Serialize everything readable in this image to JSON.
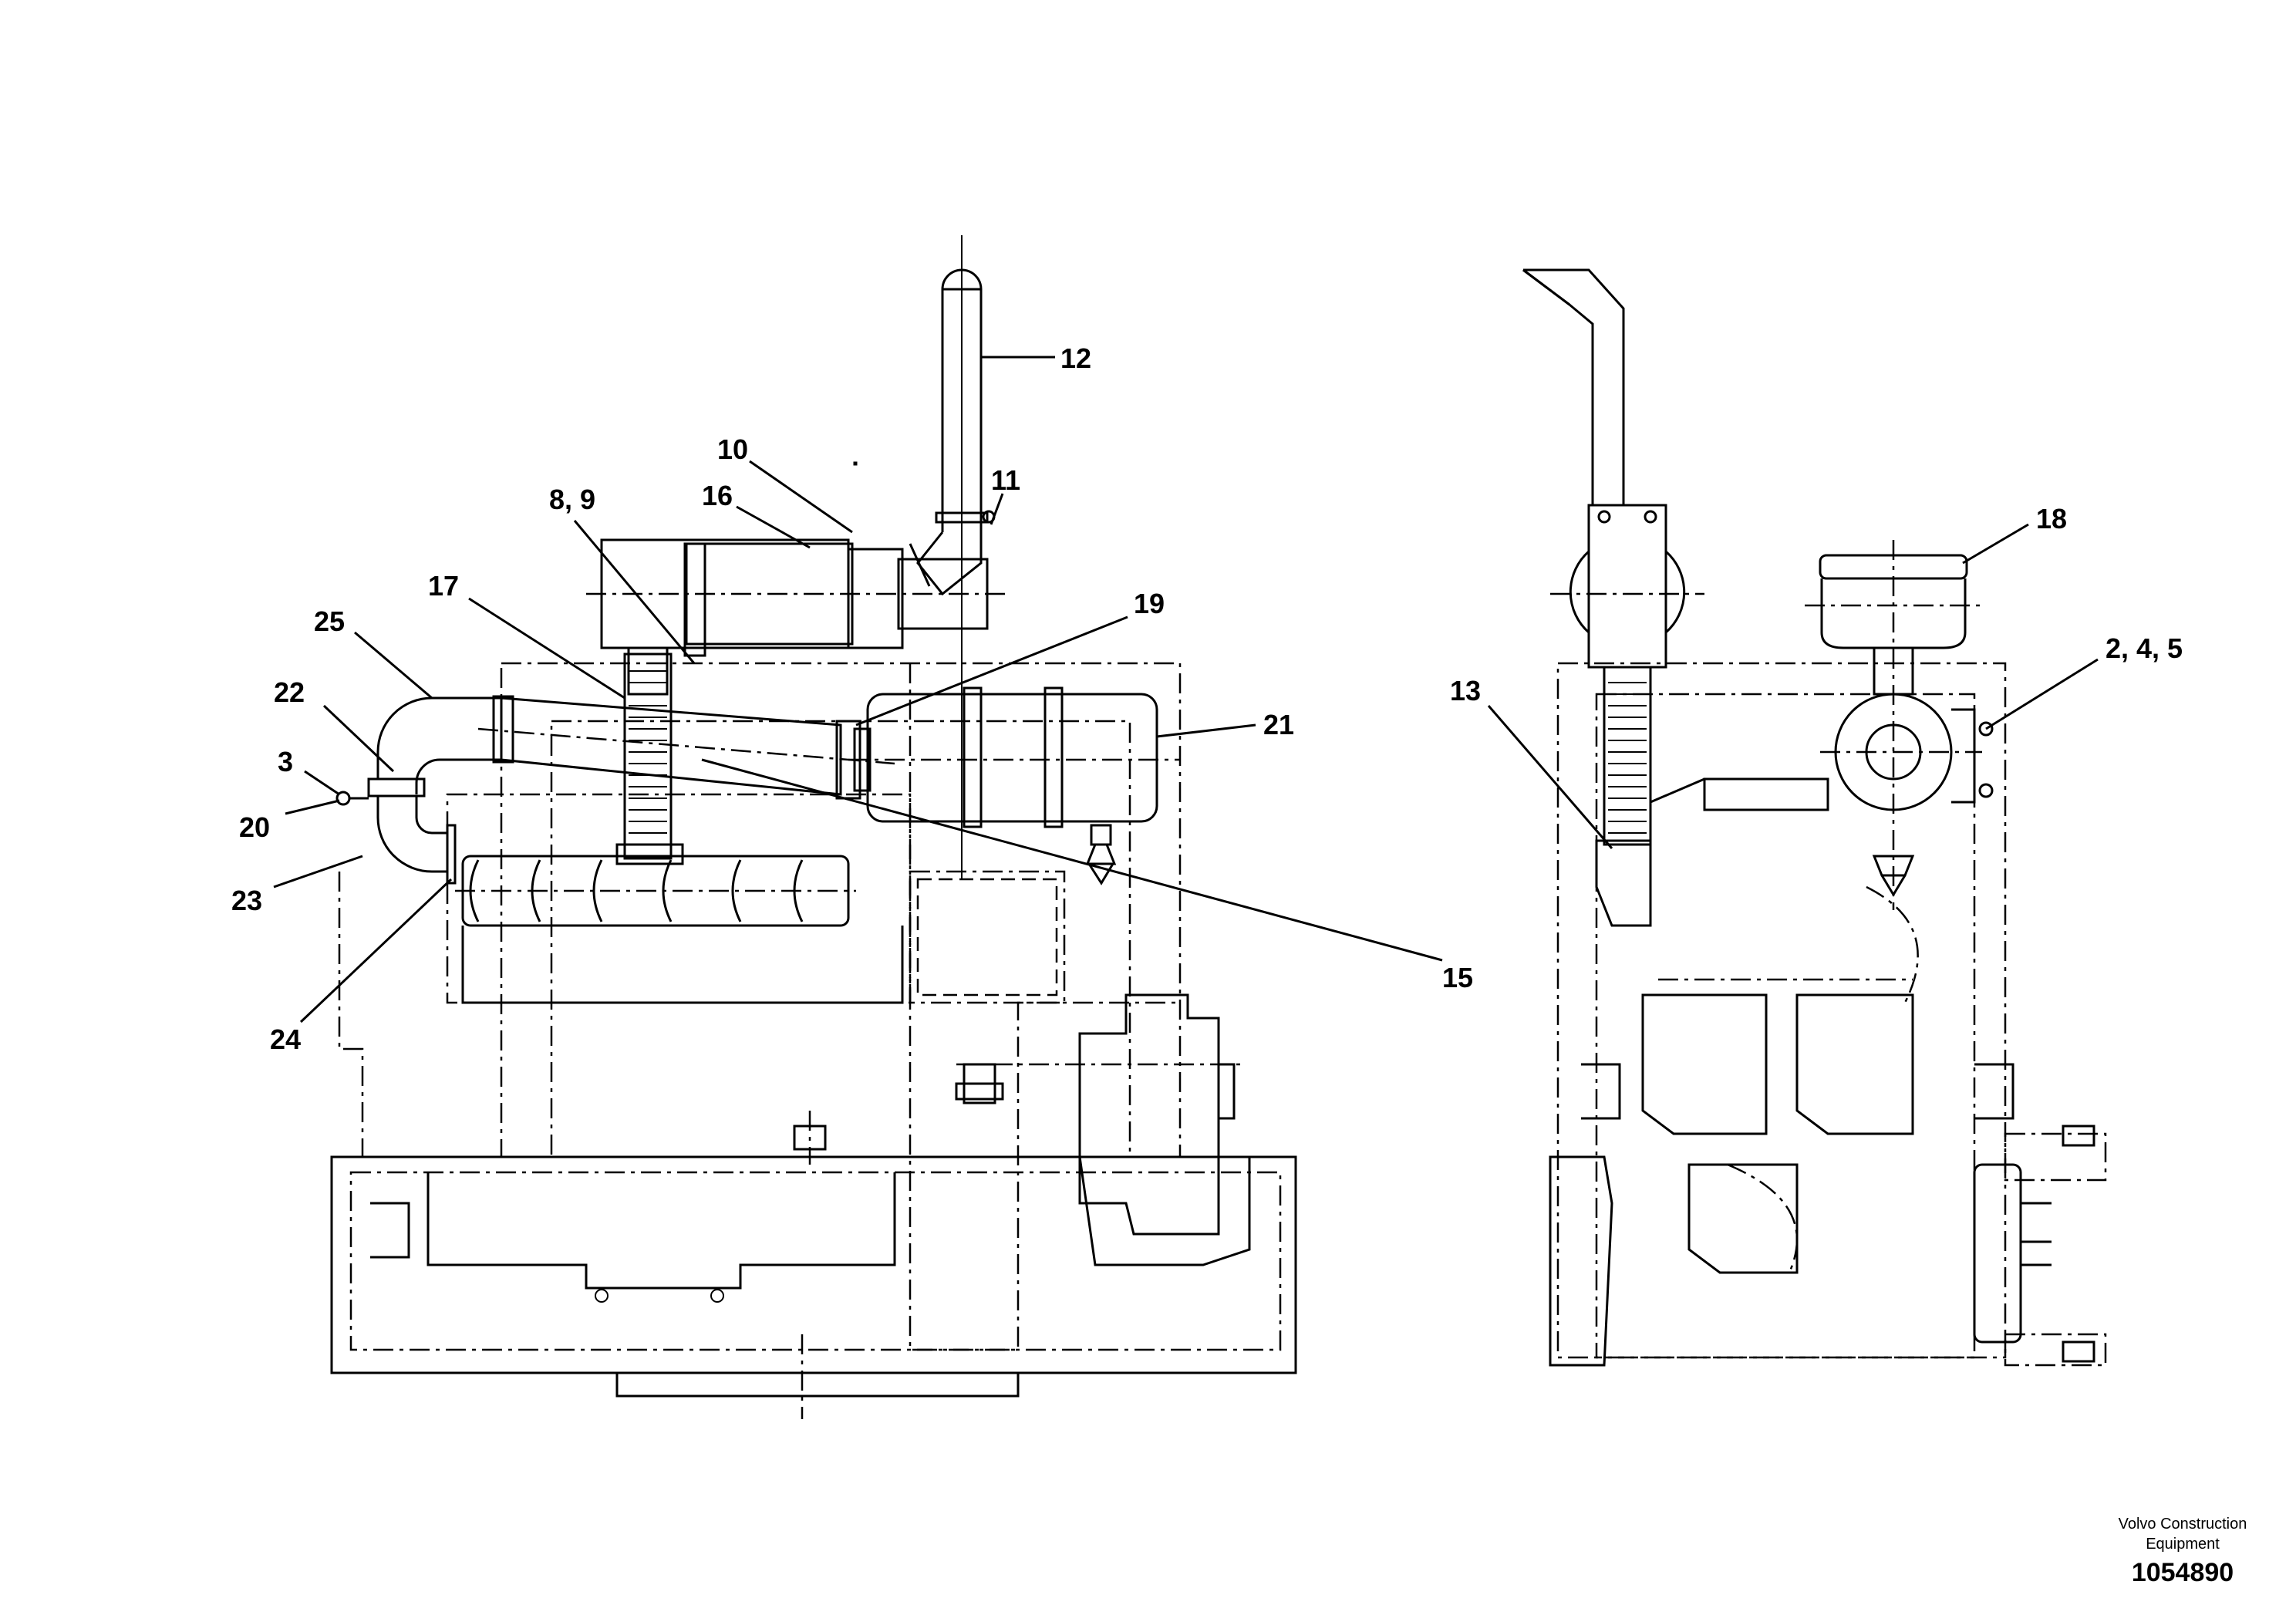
{
  "callouts": {
    "c12": "12",
    "c10": "10",
    "c11": "11",
    "c16": "16",
    "c8_9": "8, 9",
    "c17": "17",
    "c19": "19",
    "c25": "25",
    "c22": "22",
    "c3": "3",
    "c20": "20",
    "c23": "23",
    "c21": "21",
    "c15": "15",
    "c24": "24",
    "c18": "18",
    "c2_4_5": "2, 4, 5",
    "c13": "13"
  },
  "footer": {
    "brand_line1": "Volvo Construction",
    "brand_line2": "Equipment",
    "drawing_number": "1054890"
  }
}
